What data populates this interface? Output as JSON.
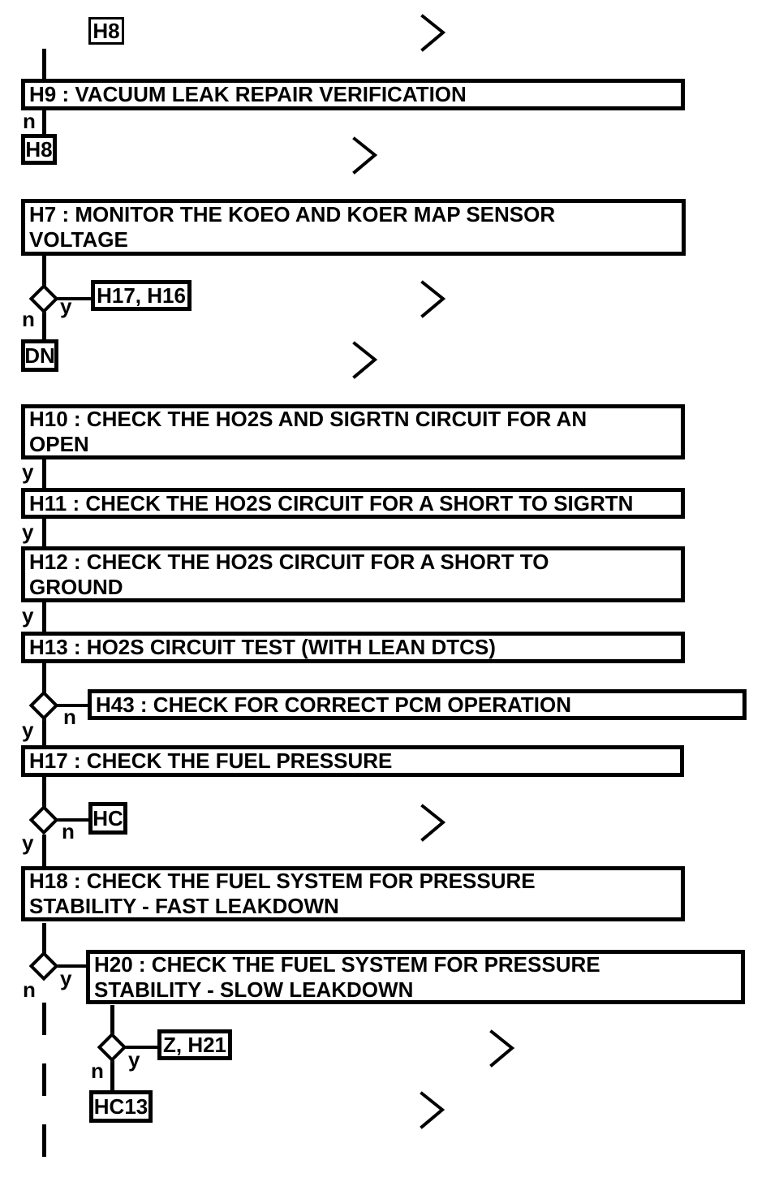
{
  "labels": {
    "yes": "y",
    "no": "n"
  },
  "colors": {
    "ink": "#000000",
    "paper": "#ffffff"
  },
  "boxes": {
    "h8Top": {
      "kind": "reference",
      "lines": [
        "H8"
      ]
    },
    "h9": {
      "kind": "process",
      "lines": [
        "H9 : VACUUM LEAK REPAIR VERIFICATION"
      ]
    },
    "h8Ref": {
      "kind": "reference",
      "lines": [
        "H8"
      ]
    },
    "h7": {
      "kind": "process",
      "lines": [
        "H7 : MONITOR THE KOEO AND KOER MAP SENSOR",
        "VOLTAGE"
      ]
    },
    "h17h16": {
      "kind": "reference",
      "lines": [
        "H17, H16"
      ]
    },
    "dn": {
      "kind": "reference",
      "lines": [
        "DN"
      ]
    },
    "h10": {
      "kind": "process",
      "lines": [
        "H10 : CHECK THE HO2S AND SIGRTN CIRCUIT FOR AN",
        "OPEN"
      ]
    },
    "h11": {
      "kind": "process",
      "lines": [
        "H11 : CHECK THE HO2S CIRCUIT FOR A SHORT TO SIGRTN"
      ]
    },
    "h12": {
      "kind": "process",
      "lines": [
        "H12 : CHECK THE HO2S CIRCUIT FOR A SHORT TO",
        "GROUND"
      ]
    },
    "h13": {
      "kind": "process",
      "lines": [
        "H13 : HO2S CIRCUIT TEST (WITH LEAN DTCS)"
      ]
    },
    "h43": {
      "kind": "process",
      "lines": [
        "H43 : CHECK FOR CORRECT PCM OPERATION"
      ]
    },
    "h17": {
      "kind": "process",
      "lines": [
        "H17 : CHECK THE FUEL PRESSURE"
      ]
    },
    "hc": {
      "kind": "reference",
      "lines": [
        "HC"
      ]
    },
    "h18": {
      "kind": "process",
      "lines": [
        "H18 : CHECK THE FUEL SYSTEM FOR PRESSURE",
        "STABILITY - FAST LEAKDOWN"
      ]
    },
    "h20": {
      "kind": "process",
      "lines": [
        "H20 : CHECK THE FUEL SYSTEM FOR PRESSURE",
        "STABILITY - SLOW LEAKDOWN"
      ]
    },
    "zh21": {
      "kind": "reference",
      "lines": [
        "Z, H21"
      ]
    },
    "hc13": {
      "kind": "reference",
      "lines": [
        "HC13"
      ]
    }
  }
}
